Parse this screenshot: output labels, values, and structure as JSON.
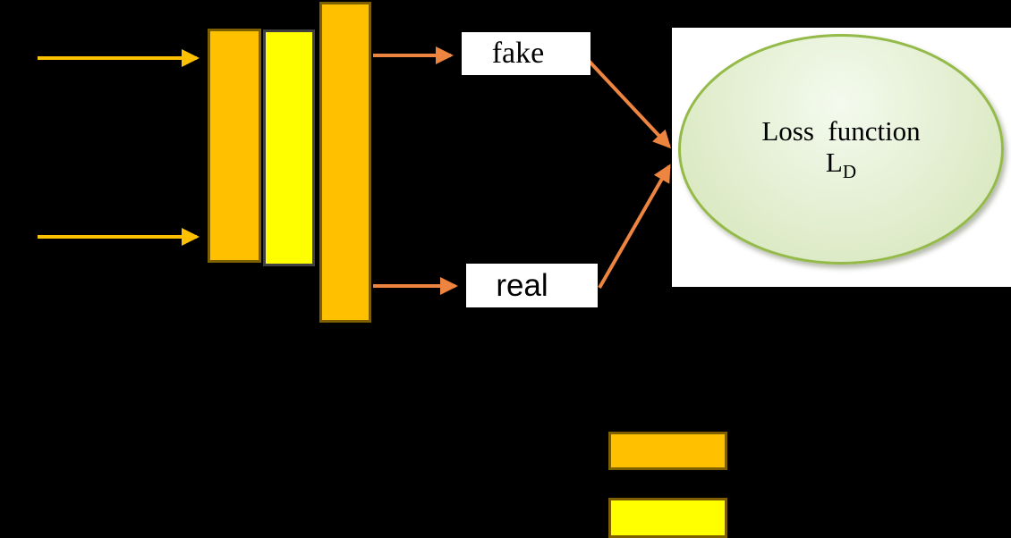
{
  "diagram": {
    "type": "gan-discriminator-loss-flow",
    "background": "#000000",
    "colors": {
      "gold": "#FFC000",
      "gold_border": "#7F6000",
      "yellow": "#FFFF00",
      "yellow_border": "#404040",
      "arrow_orange": "#ED8440",
      "ellipse_border": "#94BA4A",
      "ellipse_fill_light": "#F4FAEE",
      "ellipse_fill_dark": "#D5E5B9",
      "label_bg": "#FFFFFF",
      "label_text": "#000000"
    },
    "labels": {
      "fake": "fake",
      "real": "real"
    },
    "loss_node": {
      "line1": "Loss  function",
      "symbol": "L",
      "subscript": "D"
    },
    "legend": [
      {
        "swatch": "gold-bar",
        "color": "#FFC000"
      },
      {
        "swatch": "yellow-bar",
        "color": "#FFFF00"
      }
    ]
  }
}
